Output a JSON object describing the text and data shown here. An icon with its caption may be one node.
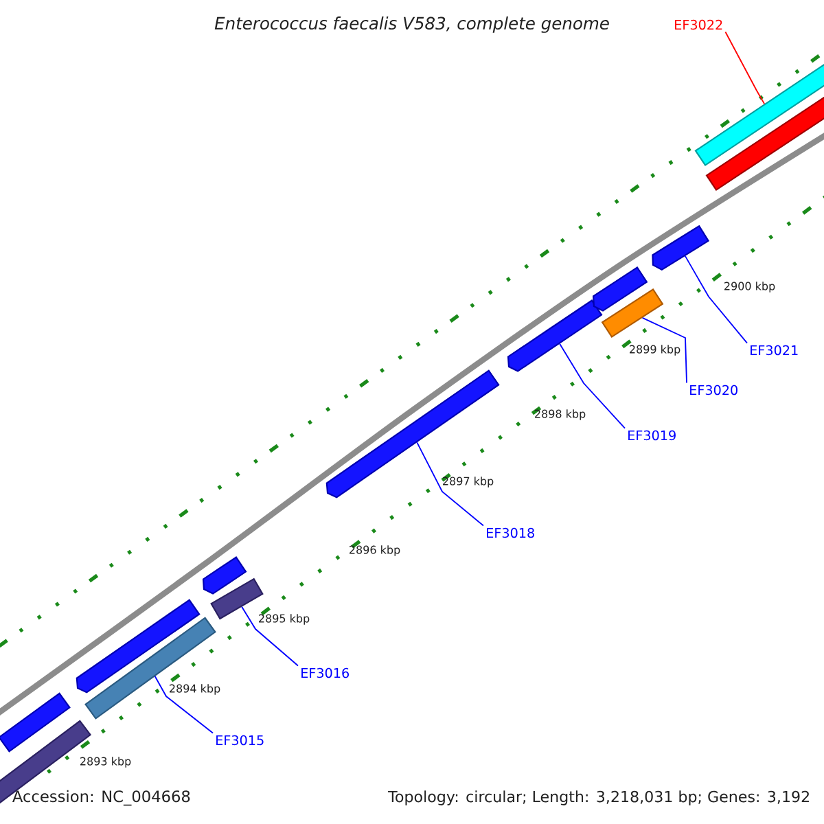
{
  "diagram": {
    "title": "Enterococcus faecalis V583, complete genome",
    "nodes": [
      {
        "text": [],
        "shape": "bar"
      },
      {
        "text": [],
        "shape": "bar"
      },
      {
        "text": [],
        "shape": "bar"
      },
      {
        "text": [],
        "shape": "bar"
      },
      {
        "text": [],
        "shape": "bar"
      },
      {
        "text": [],
        "shape": "bar"
      },
      {
        "text": [],
        "shape": "bar"
      },
      {
        "text": [],
        "shape": "bar"
      },
      {
        "text": [],
        "shape": "bar"
      },
      {
        "text": [],
        "shape": "bar"
      },
      {
        "text": [],
        "shape": "bar"
      },
      {
        "text": [],
        "shape": "bar"
      },
      {
        "text": [],
        "shape": "bar"
      },
      {
        "text": [
          "EF3015"
        ]
      },
      {
        "text": [
          "EF3016"
        ]
      },
      {
        "text": [
          "EF3018"
        ]
      },
      {
        "text": [
          "EF3019"
        ]
      },
      {
        "text": [
          "EF3020"
        ]
      },
      {
        "text": [
          "EF3021"
        ]
      },
      {
        "text": [
          "EF3022"
        ]
      }
    ],
    "edges": [
      {
        "from": 13,
        "to": 3,
        "arrow": "none"
      },
      {
        "from": 14,
        "to": 5,
        "arrow": "none"
      },
      {
        "from": 15,
        "to": 6,
        "arrow": "none"
      },
      {
        "from": 16,
        "to": 7,
        "arrow": "none"
      },
      {
        "from": 17,
        "to": 9,
        "arrow": "none"
      },
      {
        "from": 18,
        "to": 10,
        "arrow": "none"
      },
      {
        "from": 19,
        "to": 11,
        "arrow": "none",
        "color": "#ff0000"
      }
    ],
    "labels": [
      "2893 kbp",
      "2894 kbp",
      "2895 kbp",
      "2896 kbp",
      "2897 kbp",
      "2898 kbp",
      "2899 kbp",
      "2900 kbp",
      "Accession: NC_004668",
      "Topology: circular; Length: 3,218,031 bp; Genes: 3,192"
    ]
  }
}
